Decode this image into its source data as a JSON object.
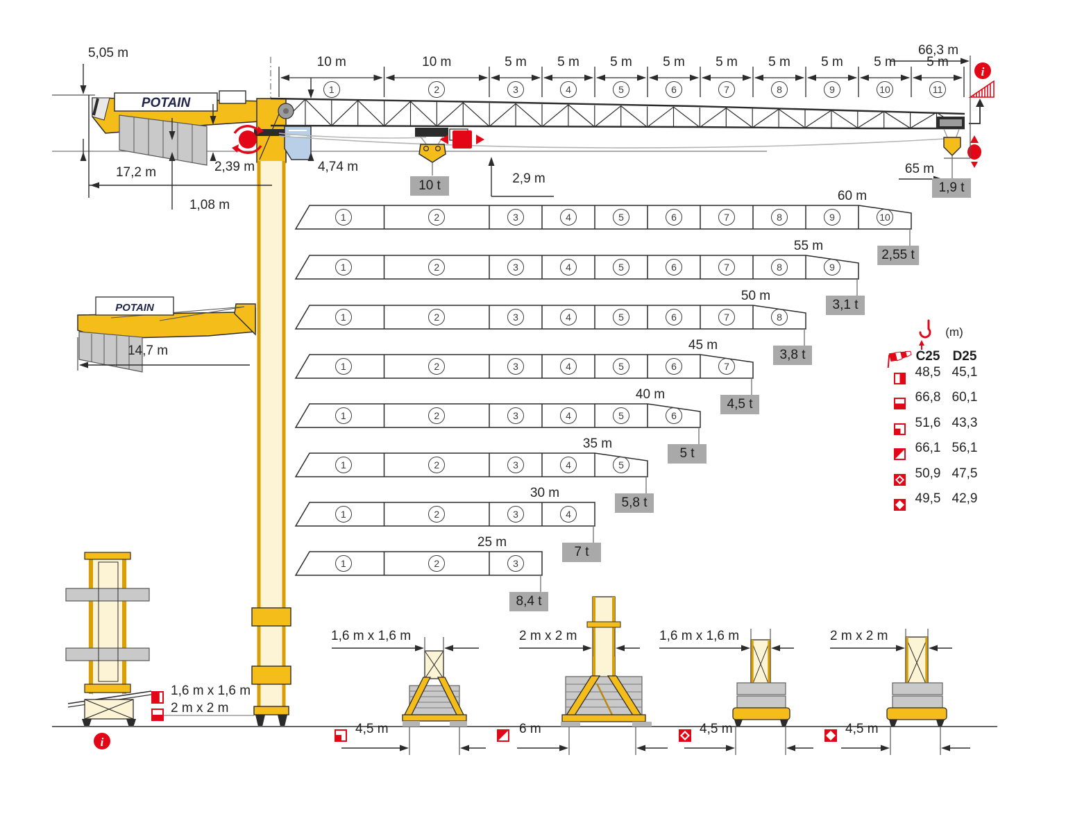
{
  "brand": "POTAIN",
  "top": {
    "total_jib": "66,3 m",
    "top_height": "5,05 m",
    "counterjib_radius": "17,2 m",
    "dim_2_39": "2,39 m",
    "dim_1_08": "1,08 m",
    "dim_4_74": "4,74 m",
    "sections": [
      {
        "num": "1",
        "len": "10 m"
      },
      {
        "num": "2",
        "len": "10 m"
      },
      {
        "num": "3",
        "len": "5 m"
      },
      {
        "num": "4",
        "len": "5 m"
      },
      {
        "num": "5",
        "len": "5 m"
      },
      {
        "num": "6",
        "len": "5 m"
      },
      {
        "num": "7",
        "len": "5 m"
      },
      {
        "num": "8",
        "len": "5 m"
      },
      {
        "num": "9",
        "len": "5 m"
      },
      {
        "num": "10",
        "len": "5 m"
      },
      {
        "num": "11",
        "len": "5 m"
      }
    ],
    "max_load": "10 t",
    "min_radius": "2,9 m",
    "tip_radius": "65 m",
    "tip_load": "1,9 t"
  },
  "configurations": [
    {
      "length": "60 m",
      "sections": 10,
      "capacity": "2,55 t"
    },
    {
      "length": "55 m",
      "sections": 9,
      "capacity": "3,1 t"
    },
    {
      "length": "50 m",
      "sections": 8,
      "capacity": "3,8 t"
    },
    {
      "length": "45 m",
      "sections": 7,
      "capacity": "4,5 t"
    },
    {
      "length": "40 m",
      "sections": 6,
      "capacity": "5 t"
    },
    {
      "length": "35 m",
      "sections": 5,
      "capacity": "5,8 t"
    },
    {
      "length": "30 m",
      "sections": 4,
      "capacity": "7 t"
    },
    {
      "length": "25 m",
      "sections": 3,
      "capacity": "8,4 t"
    }
  ],
  "short_counterjib_radius": "14,7 m",
  "hook_table": {
    "unit": "(m)",
    "columns": [
      "C25",
      "D25"
    ],
    "rows": [
      {
        "symbol": "mast-16-section",
        "c25": "48,5",
        "d25": "45,1"
      },
      {
        "symbol": "mast-2-section",
        "c25": "66,8",
        "d25": "60,1"
      },
      {
        "symbol": "base-corner",
        "c25": "51,6",
        "d25": "43,3"
      },
      {
        "symbol": "base-diagonal",
        "c25": "66,1",
        "d25": "56,1"
      },
      {
        "symbol": "base-diamond-filled",
        "c25": "50,9",
        "d25": "47,5"
      },
      {
        "symbol": "base-diamond",
        "c25": "49,5",
        "d25": "42,9"
      }
    ]
  },
  "mast_legend": [
    {
      "symbol": "mast-16-legend",
      "label": "1,6 m x 1,6 m"
    },
    {
      "symbol": "mast-2-legend",
      "label": "2 m x 2 m"
    }
  ],
  "bases": [
    {
      "mast": "1,6 m x 1,6 m",
      "width": "4,5 m",
      "symbol": "base-corner"
    },
    {
      "mast": "2 m x 2 m",
      "width": "6 m",
      "symbol": "base-diagonal"
    },
    {
      "mast": "1,6 m x 1,6 m",
      "width": "4,5 m",
      "symbol": "base-diamond-filled"
    },
    {
      "mast": "2 m x 2 m",
      "width": "4,5 m",
      "symbol": "base-diamond"
    }
  ],
  "colors": {
    "crane_yellow": "#f4bd19",
    "potain_red": "#e30617",
    "capacity_gray": "#a9a9a9",
    "ballast_gray": "#c9c9c9",
    "cab_blue": "#b9cfe8",
    "line_dark": "#2b2b2b"
  }
}
